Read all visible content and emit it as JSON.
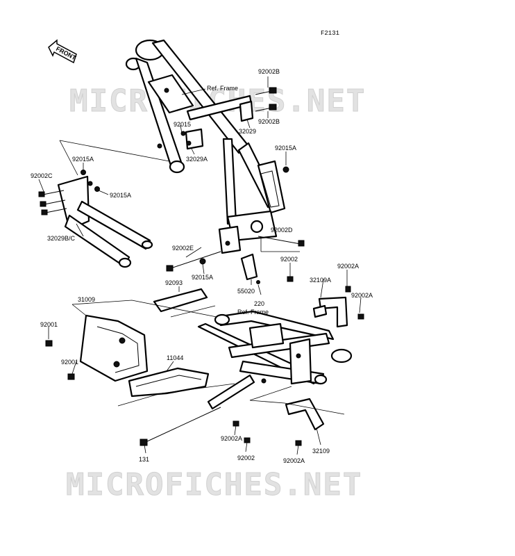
{
  "figure_code": "F2131",
  "front_label": "FRONT",
  "watermark": "MICROFICHES.NET",
  "labels": {
    "ref_frame_top": "Ref. Frame",
    "ref_frame_mid": "Ref. Frame",
    "p92002B_a": "92002B",
    "p92002B_b": "92002B",
    "p32029": "32029",
    "p92015": "92015",
    "p32029A": "32029A",
    "p92015A_r": "92015A",
    "p92015A_l": "92015A",
    "p92002C": "92002C",
    "p92015A_m": "92015A",
    "p32029B_C": "32029B/C",
    "p92002D": "92002D",
    "p92002E": "92002E",
    "p92015A_b": "92015A",
    "p92002_r": "92002",
    "p92002A_r": "92002A",
    "p32109A": "32109A",
    "p92002A_r2": "92002A",
    "p92093": "92093",
    "p55020": "55020",
    "p220": "220",
    "p31009": "31009",
    "p92001_a": "92001",
    "p92001_b": "92001",
    "p11044": "11044",
    "p92002A_b": "92002A",
    "p92002_b": "92002",
    "p32109": "32109",
    "p92002A_b2": "92002A",
    "p131": "131"
  }
}
